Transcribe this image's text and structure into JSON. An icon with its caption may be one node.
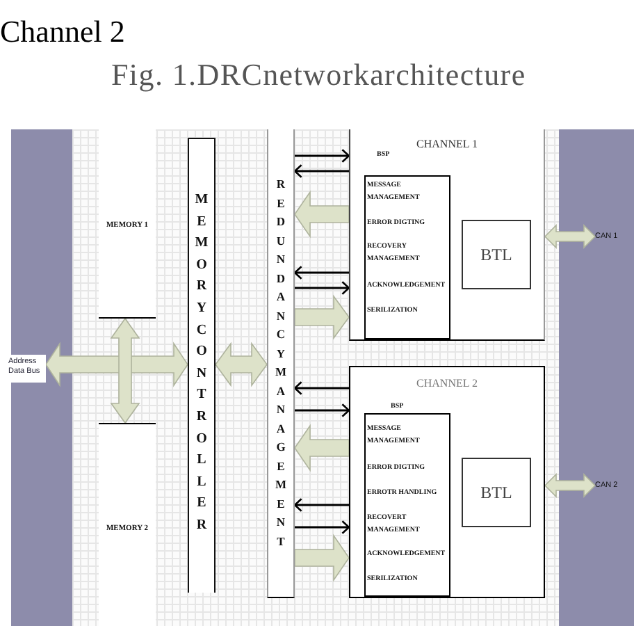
{
  "diagram": {
    "caption": "Fig. 1.DRCnetworkarchitecture",
    "nodes": [
      {
        "text": [
          "MEMORY 1"
        ]
      },
      {
        "text": [
          "MEMORY 2"
        ]
      },
      {
        "text": [
          "MEMORY CONTROLLER"
        ]
      },
      {
        "text": [
          "REDUNDANCY MANAGEMENT"
        ]
      },
      {
        "text": [
          "CHANNEL 1"
        ]
      },
      {
        "text": [
          "BSP",
          "MESSAGE MANAGEMENT",
          "ERROR DIGTING",
          "RECOVERY MANAGEMENT",
          "ACKNOWLEDGEMENT",
          "SERILIZATION"
        ],
        "in": 4
      },
      {
        "text": [
          "BTL"
        ],
        "in": 4
      },
      {
        "text": [
          "CHANNEL 2"
        ]
      },
      {
        "text": [
          "BSP",
          "MESSAGE MANAGEMENT",
          "ERROR DIGTING",
          "ERROTR HANDLING",
          "RECOVERT MANAGEMENT",
          "ACKNOWLEDGEMENT",
          "SERILIZATION"
        ],
        "in": 7
      },
      {
        "text": [
          "BTL"
        ],
        "in": 7
      },
      {
        "text": [
          "Address Data Bus"
        ]
      },
      {
        "text": [
          "CAN 1"
        ]
      },
      {
        "text": [
          "CAN 2"
        ]
      }
    ],
    "edges": [
      {
        "from": 10,
        "to": 2,
        "arrow": "both",
        "style": "thick"
      },
      {
        "from": 0,
        "to": 1,
        "arrow": "both",
        "style": "thick"
      },
      {
        "from": 2,
        "to": 3,
        "arrow": "both",
        "style": "thick"
      },
      {
        "from": 3,
        "to": 4,
        "arrow": "to"
      },
      {
        "from": 4,
        "to": 3,
        "arrow": "to"
      },
      {
        "from": 4,
        "to": 3,
        "arrow": "to",
        "style": "thick"
      },
      {
        "from": 4,
        "to": 3,
        "arrow": "to"
      },
      {
        "from": 3,
        "to": 4,
        "arrow": "to"
      },
      {
        "from": 3,
        "to": 4,
        "arrow": "to",
        "style": "thick"
      },
      {
        "from": 4,
        "to": 11,
        "arrow": "both",
        "style": "thick"
      },
      {
        "from": 7,
        "to": 3,
        "arrow": "to"
      },
      {
        "from": 3,
        "to": 7,
        "arrow": "to"
      },
      {
        "from": 7,
        "to": 3,
        "arrow": "to",
        "style": "thick"
      },
      {
        "from": 7,
        "to": 3,
        "arrow": "to"
      },
      {
        "from": 3,
        "to": 7,
        "arrow": "to"
      },
      {
        "from": 3,
        "to": 7,
        "arrow": "to",
        "style": "thick"
      },
      {
        "from": 7,
        "to": 12,
        "arrow": "both",
        "style": "thick"
      }
    ],
    "labels": [
      "Channel 2"
    ]
  }
}
